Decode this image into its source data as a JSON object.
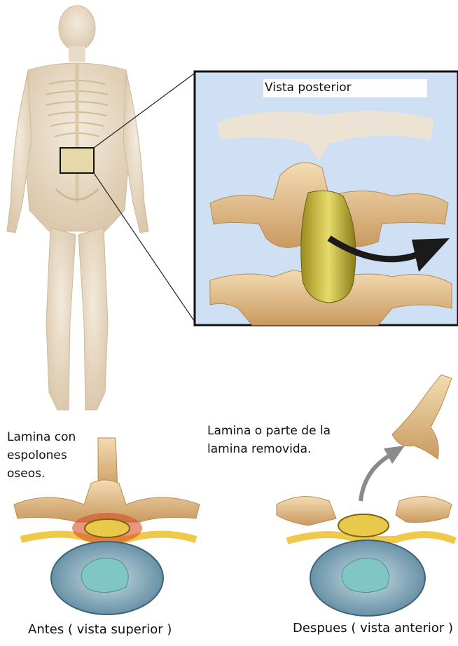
{
  "labels": {
    "posterior_view": "Vista posterior",
    "lamina_before": "Lamina con espolones oseos.",
    "lamina_after": "Lamina o parte de la lamina removida.",
    "caption_before": "Antes ( vista superior )",
    "caption_after": "Despues ( vista anterior )"
  },
  "colors": {
    "bone": "#e8c79a",
    "bone_dark": "#b98a50",
    "cord": "#cbbf3a",
    "disc": "#9fc3cf",
    "nucleus": "#7fc6c4",
    "inflamed": "#d9502a",
    "nerve": "#f1c94a",
    "zoom_bg": "#cfe0f4",
    "arrow": "#1a1a1a"
  }
}
